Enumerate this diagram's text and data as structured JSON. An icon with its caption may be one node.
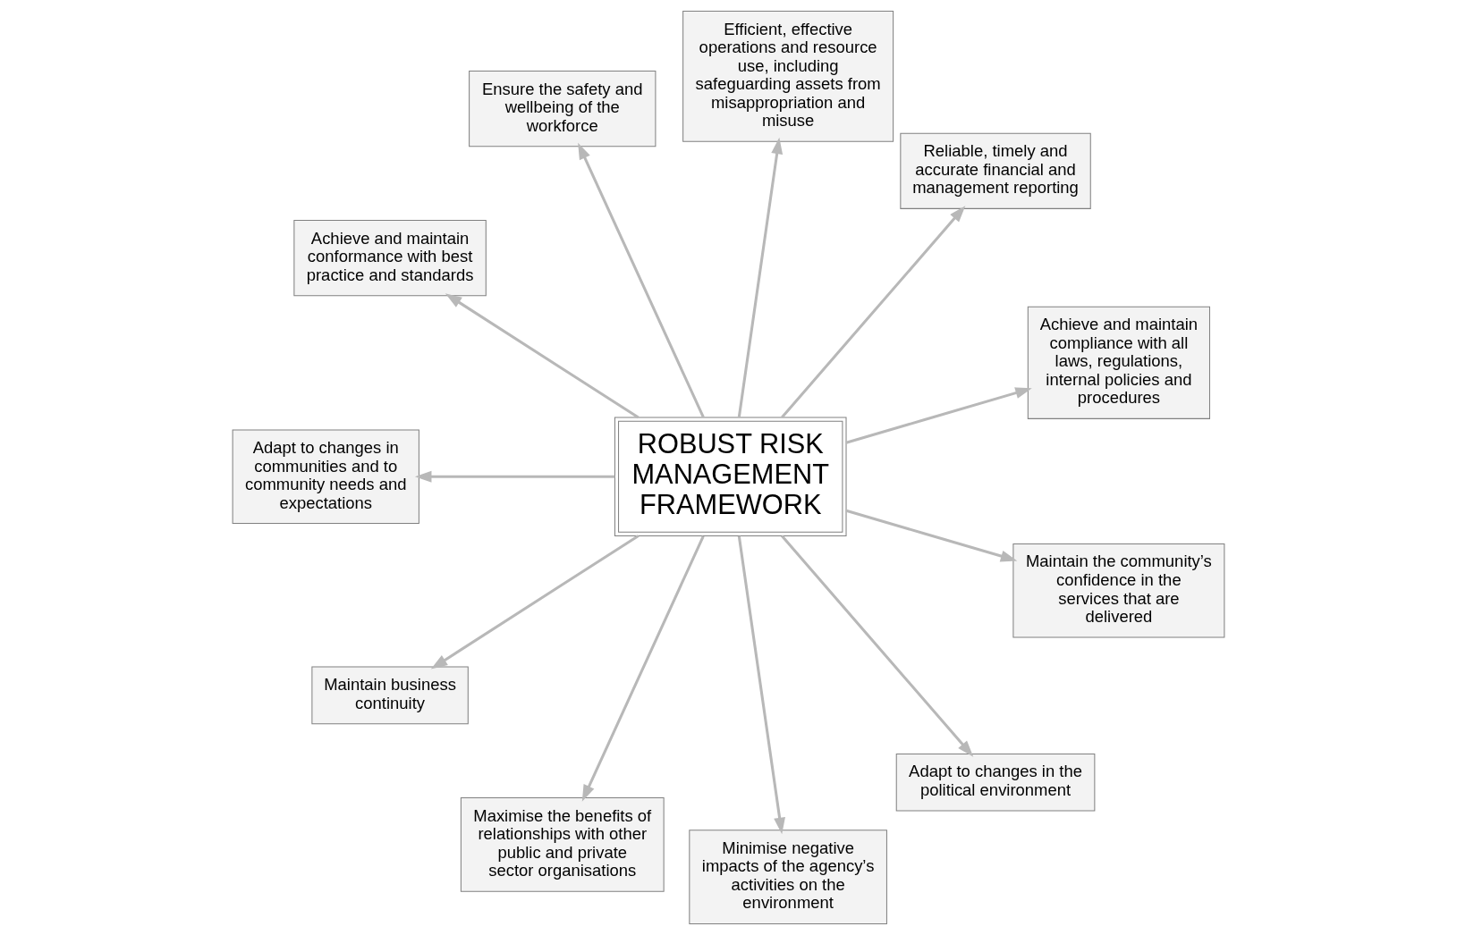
{
  "diagram": {
    "nodes": [
      {
        "text": [
          "Achieve and maintain compliance with all laws, regulations, internal policies and procedures"
        ]
      },
      {
        "text": [
          "Reliable, timely and accurate financial and management reporting"
        ]
      },
      {
        "text": [
          "Efficient, effective operations and resource use, including safeguarding assets from misappropriation and misuse"
        ]
      },
      {
        "text": [
          "Ensure the safety and wellbeing of the workforce"
        ]
      },
      {
        "text": [
          "ROBUST RISK MANAGEMENT FRAMEWORK"
        ]
      },
      {
        "text": [
          "Achieve and maintain conformance with best practice and standards"
        ]
      },
      {
        "text": [
          "Adapt to changes in communities and to community needs and expectations"
        ]
      },
      {
        "text": [
          "Maintain business continuity"
        ]
      },
      {
        "text": [
          "Maximise the benefits of relationships with other public and private sector organisations"
        ]
      },
      {
        "text": [
          "Minimise negative impacts of the agency’s activities on the environment"
        ]
      },
      {
        "text": [
          "Adapt to changes in the political environment"
        ]
      },
      {
        "text": [
          "Maintain the community’s confidence in the services that are delivered"
        ]
      }
    ],
    "edges": [
      {
        "from": 4,
        "to": 0,
        "arrow": "to"
      },
      {
        "from": 4,
        "to": 1,
        "arrow": "to"
      },
      {
        "from": 4,
        "to": 2,
        "arrow": "to"
      },
      {
        "from": 4,
        "to": 3,
        "arrow": "to"
      },
      {
        "from": 4,
        "to": 5,
        "arrow": "to"
      },
      {
        "from": 4,
        "to": 6,
        "arrow": "to"
      },
      {
        "from": 4,
        "to": 7,
        "arrow": "to"
      },
      {
        "from": 4,
        "to": 8,
        "arrow": "to"
      },
      {
        "from": 4,
        "to": 9,
        "arrow": "to"
      },
      {
        "from": 4,
        "to": 10,
        "arrow": "to"
      },
      {
        "from": 4,
        "to": 11,
        "arrow": "to"
      }
    ]
  }
}
